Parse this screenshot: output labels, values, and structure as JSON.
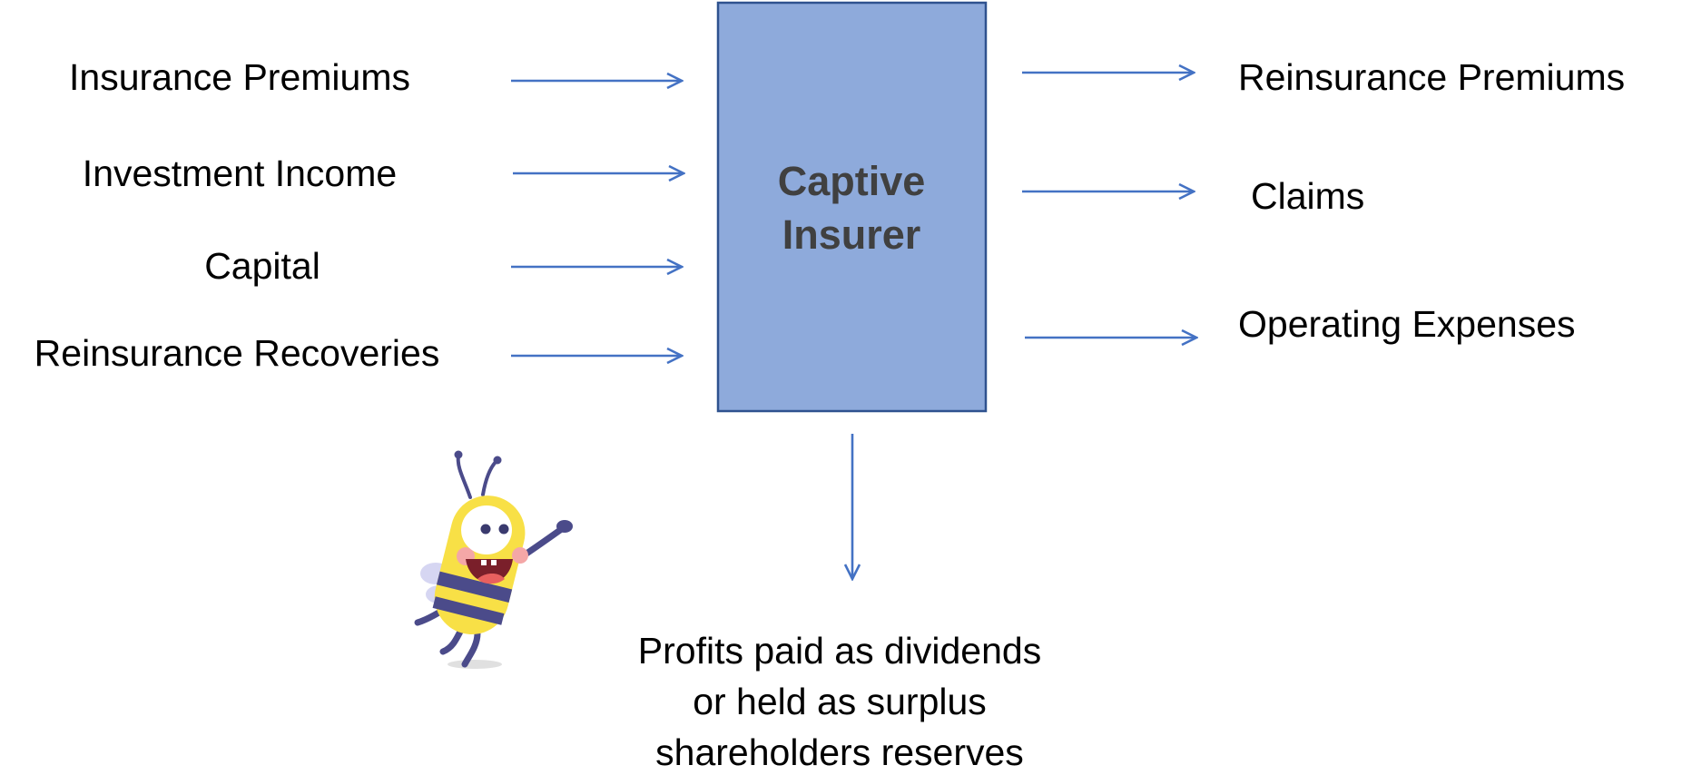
{
  "center": {
    "line1": "Captive",
    "line2": "Insurer"
  },
  "inputs": [
    "Insurance Premiums",
    "Investment Income",
    "Capital",
    "Reinsurance Recoveries"
  ],
  "outputs": [
    "Reinsurance Premiums",
    "Claims",
    "Operating Expenses"
  ],
  "result": {
    "line1": "Profits paid as dividends",
    "line2": "or held as surplus",
    "line3": "shareholders reserves"
  },
  "colors": {
    "box_fill": "#8eaadb",
    "box_stroke": "#2f528f",
    "arrow": "#4472c4",
    "center_text": "#404040",
    "label_text": "#000000"
  },
  "mascot": {
    "icon": "bee-mascot-icon"
  }
}
